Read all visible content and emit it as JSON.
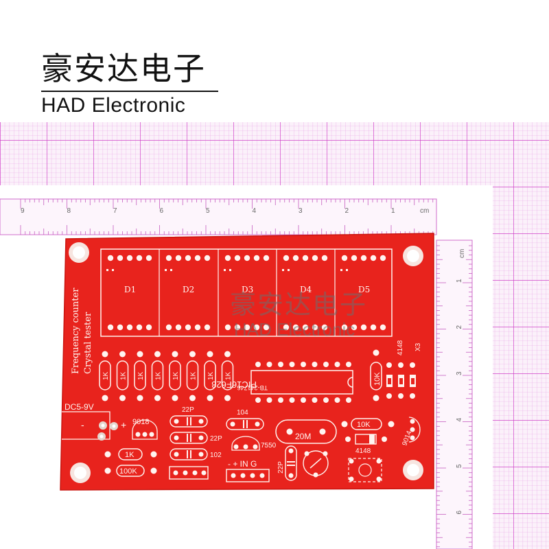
{
  "brand": {
    "name_cn": "豪安达电子",
    "name_en": "HAD Electronic"
  },
  "watermark": {
    "cn": "豪安达电子",
    "en": "HAD Electronic"
  },
  "ruler_top": {
    "unit": "cm",
    "numbers": [
      "9",
      "8",
      "7",
      "6",
      "5",
      "4",
      "3",
      "2",
      "1"
    ]
  },
  "ruler_right": {
    "unit": "cm",
    "numbers": [
      "1",
      "2",
      "3",
      "4",
      "5",
      "6"
    ]
  },
  "pcb": {
    "board_color": "#e8231d",
    "board_text": [
      "Frequency counter",
      "Crystal tester"
    ],
    "displays": [
      "D1",
      "D2",
      "D3",
      "D4",
      "D5"
    ],
    "resistors_1k": [
      "1K",
      "1K",
      "1K",
      "1K",
      "1K",
      "1K",
      "1K",
      "1K"
    ],
    "power_label": "DC5-9V",
    "transistor_9018": "9018",
    "resistor_1k": "1K",
    "resistor_100k": "100K",
    "cap_22p_top": "22P",
    "cap_22p_right": "22P",
    "cap_102": "102",
    "cap_104": "104",
    "ic_7550": "7550",
    "connector_label": "- + IN G",
    "cap_22p_vertical": "22P",
    "crystal_20m": "20M",
    "chip_main": "PIC16F628",
    "chip_code": "TB-241746",
    "resistor_10k_a": "10K",
    "resistor_10k_b": "10K",
    "diode_4148_a": "4148",
    "label_x3": "X3",
    "diode_4148_b": "4148",
    "transistor_9014": "9014"
  }
}
